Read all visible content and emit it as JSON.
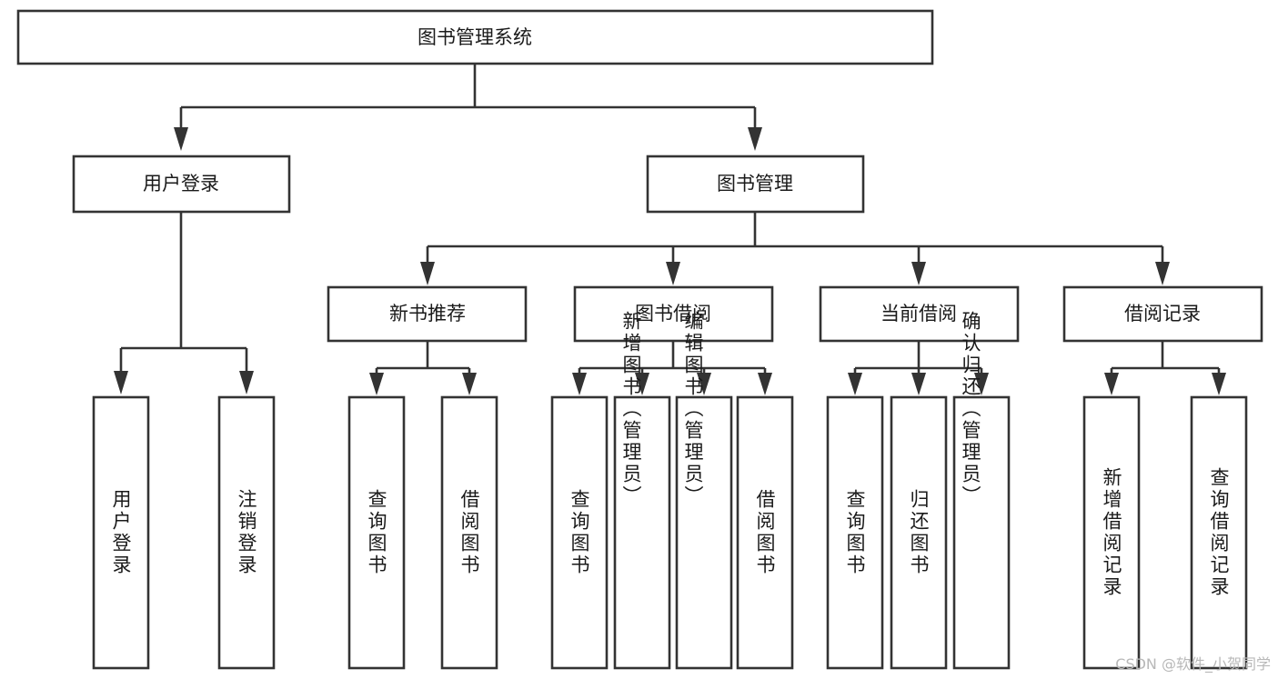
{
  "diagram": {
    "title": "图书管理系统",
    "type": "tree-hierarchy-flowchart",
    "root": {
      "label": "图书管理系统"
    },
    "level2": [
      {
        "label": "用户登录"
      },
      {
        "label": "图书管理"
      }
    ],
    "level3": [
      {
        "label": "新书推荐"
      },
      {
        "label": "图书借阅"
      },
      {
        "label": "当前借阅"
      },
      {
        "label": "借阅记录"
      }
    ],
    "leaves": {
      "user_login": [
        {
          "label": "用户登录"
        },
        {
          "label": "注销登录"
        }
      ],
      "new_book_recommend": [
        {
          "label": "查询图书"
        },
        {
          "label": "借阅图书"
        }
      ],
      "book_borrow": [
        {
          "label": "查询图书"
        },
        {
          "label": "新增图书（管理员）"
        },
        {
          "label": "编辑图书（管理员）"
        },
        {
          "label": "借阅图书"
        }
      ],
      "current_borrow": [
        {
          "label": "查询图书"
        },
        {
          "label": "归还图书"
        },
        {
          "label": "确认归还（管理员）"
        }
      ],
      "borrow_record": [
        {
          "label": "新增借阅记录"
        },
        {
          "label": "查询借阅记录"
        }
      ]
    },
    "colors": {
      "stroke": "#333333",
      "fill": "#ffffff",
      "text": "#1a1a1a",
      "watermark": "#b8b8b8"
    }
  },
  "watermark": {
    "text": "CSDN @软件_小贺同学"
  }
}
